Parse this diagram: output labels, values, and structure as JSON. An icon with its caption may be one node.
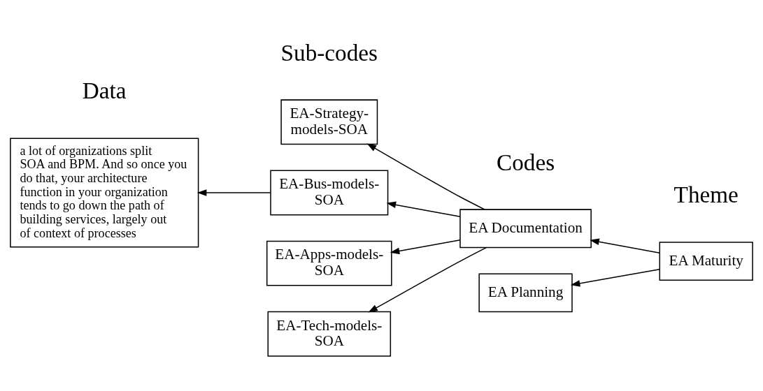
{
  "diagram": {
    "nodes": [
      {
        "text": [
          "EA-Strategy-models-SOA"
        ]
      },
      {
        "text": [
          "a lot of organizations split SOA and BPM. And so once you do that, your architecture function in your organization tends to go down the path of building services, largely out of context of processes"
        ]
      },
      {
        "text": [
          "EA-Bus-models-SOA"
        ]
      },
      {
        "text": [
          "EA Documentation"
        ]
      },
      {
        "text": [
          "EA Maturity"
        ]
      },
      {
        "text": [
          "EA-Apps-models-SOA"
        ]
      },
      {
        "text": [
          "EA Planning"
        ]
      },
      {
        "text": [
          "EA-Tech-models-SOA"
        ]
      }
    ],
    "edges": [
      {
        "from": 4,
        "to": 3,
        "arrow": "to"
      },
      {
        "from": 4,
        "to": 6,
        "arrow": "to"
      },
      {
        "from": 3,
        "to": 0,
        "arrow": "to"
      },
      {
        "from": 3,
        "to": 2,
        "arrow": "to"
      },
      {
        "from": 3,
        "to": 5,
        "arrow": "to"
      },
      {
        "from": 3,
        "to": 7,
        "arrow": "to"
      },
      {
        "from": 2,
        "to": 1,
        "arrow": "to"
      }
    ],
    "labels": [
      "Data",
      "Sub-codes",
      "Codes",
      "Theme"
    ]
  }
}
